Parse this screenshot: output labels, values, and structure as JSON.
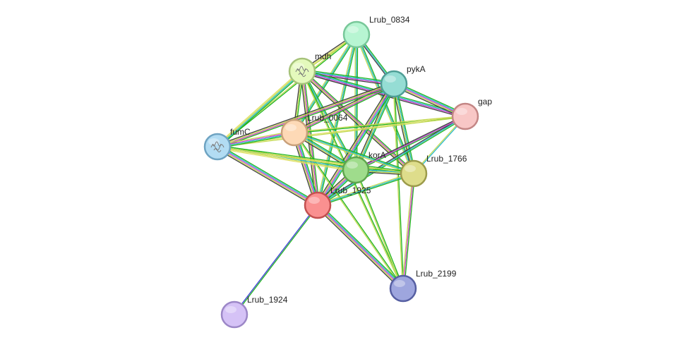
{
  "network": {
    "nodes": [
      {
        "id": "Lrub_0834",
        "label": "Lrub_0834",
        "color": "#b7f5d2",
        "stroke": "#78c799"
      },
      {
        "id": "mdh",
        "label": "mdh",
        "color": "#e4f9bc",
        "stroke": "#a6c27a",
        "structure_icon": true
      },
      {
        "id": "pykA",
        "label": "pykA",
        "color": "#95ddd4",
        "stroke": "#4f9e96"
      },
      {
        "id": "gap",
        "label": "gap",
        "color": "#f8c7c6",
        "stroke": "#c38685"
      },
      {
        "id": "Lrub_0064",
        "label": "Lrub_0064",
        "color": "#fdd9b6",
        "stroke": "#c9a07a"
      },
      {
        "id": "fumC",
        "label": "fumC",
        "color": "#b2dcf3",
        "stroke": "#6ea3c2",
        "structure_icon": true
      },
      {
        "id": "korA",
        "label": "korA",
        "color": "#9fdc8c",
        "stroke": "#5fa64e"
      },
      {
        "id": "Lrub_1766",
        "label": "Lrub_1766",
        "color": "#dedd8b",
        "stroke": "#9c9b4b"
      },
      {
        "id": "Lrub_1925",
        "label": "Lrub_1925",
        "color": "#fa9090",
        "stroke": "#c35050"
      },
      {
        "id": "Lrub_2199",
        "label": "Lrub_2199",
        "color": "#9ea6de",
        "stroke": "#565fa2"
      },
      {
        "id": "Lrub_1924",
        "label": "Lrub_1924",
        "color": "#d5c2f6",
        "stroke": "#9c87c7"
      }
    ],
    "edges": [
      {
        "source": "Lrub_0834",
        "target": "mdh",
        "colors": [
          "#c2d94f",
          "#e0e066",
          "#3f3f3f"
        ]
      },
      {
        "source": "Lrub_0834",
        "target": "pykA",
        "colors": [
          "#20b420",
          "#29b8c9",
          "#3f3f3f"
        ]
      },
      {
        "source": "Lrub_0834",
        "target": "Lrub_0064",
        "colors": [
          "#20b420",
          "#29b8c9",
          "#c2d94f"
        ]
      },
      {
        "source": "Lrub_0834",
        "target": "korA",
        "colors": [
          "#20b420",
          "#29b8c9",
          "#c2d94f"
        ]
      },
      {
        "source": "Lrub_0834",
        "target": "Lrub_1766",
        "colors": [
          "#20b420",
          "#29b8c9",
          "#c2d94f"
        ]
      },
      {
        "source": "Lrub_0834",
        "target": "Lrub_1925",
        "colors": [
          "#20b420",
          "#29b8c9",
          "#c2d94f"
        ]
      },
      {
        "source": "Lrub_0834",
        "target": "fumC",
        "colors": [
          "#20b420",
          "#c2d94f"
        ]
      },
      {
        "source": "mdh",
        "target": "pykA",
        "colors": [
          "#20b420",
          "#29b8c9",
          "#cf3fd1",
          "#3f3f3f"
        ]
      },
      {
        "source": "mdh",
        "target": "gap",
        "colors": [
          "#20b420",
          "#29b8c9",
          "#cf3fd1",
          "#3f3f3f"
        ]
      },
      {
        "source": "mdh",
        "target": "Lrub_0064",
        "colors": [
          "#20b420",
          "#c2d94f",
          "#3f3f3f"
        ]
      },
      {
        "source": "mdh",
        "target": "fumC",
        "colors": [
          "#20b420",
          "#29b8c9",
          "#c2d94f",
          "#e0e066"
        ]
      },
      {
        "source": "mdh",
        "target": "korA",
        "colors": [
          "#20b420",
          "#29b8c9",
          "#c2d94f"
        ]
      },
      {
        "source": "mdh",
        "target": "Lrub_1766",
        "colors": [
          "#20b420",
          "#cf3fd1",
          "#c2d94f",
          "#3f3f3f"
        ]
      },
      {
        "source": "mdh",
        "target": "Lrub_1925",
        "colors": [
          "#20b420",
          "#cf3fd1",
          "#c2d94f",
          "#3f3f3f"
        ]
      },
      {
        "source": "mdh",
        "target": "Lrub_2199",
        "colors": [
          "#20b420",
          "#c2d94f"
        ]
      },
      {
        "source": "pykA",
        "target": "gap",
        "colors": [
          "#20b420",
          "#29b8c9",
          "#cf3fd1",
          "#c2d94f",
          "#3f3f3f"
        ]
      },
      {
        "source": "pykA",
        "target": "Lrub_0064",
        "colors": [
          "#20b420",
          "#cf3fd1",
          "#c2d94f",
          "#3f3f3f"
        ]
      },
      {
        "source": "pykA",
        "target": "fumC",
        "colors": [
          "#20b420",
          "#cf3fd1",
          "#c2d94f",
          "#3f3f3f"
        ]
      },
      {
        "source": "pykA",
        "target": "korA",
        "colors": [
          "#20b420",
          "#29b8c9",
          "#c2d94f",
          "#3f3f3f"
        ]
      },
      {
        "source": "pykA",
        "target": "Lrub_1766",
        "colors": [
          "#20b420",
          "#29b8c9",
          "#c2d94f",
          "#3f3f3f"
        ]
      },
      {
        "source": "pykA",
        "target": "Lrub_1925",
        "colors": [
          "#20b420",
          "#29b8c9",
          "#cf3fd1",
          "#c2d94f",
          "#3f3f3f"
        ]
      },
      {
        "source": "pykA",
        "target": "Lrub_2199",
        "colors": [
          "#20b420",
          "#c2d94f"
        ]
      },
      {
        "source": "gap",
        "target": "Lrub_0064",
        "colors": [
          "#20b420",
          "#c2d94f"
        ]
      },
      {
        "source": "gap",
        "target": "fumC",
        "colors": [
          "#c2d94f",
          "#e0e066"
        ]
      },
      {
        "source": "gap",
        "target": "korA",
        "colors": [
          "#20b420",
          "#29b8c9",
          "#3f3f3f"
        ]
      },
      {
        "source": "gap",
        "target": "Lrub_1766",
        "colors": [
          "#29b8c9",
          "#c2d94f"
        ]
      },
      {
        "source": "gap",
        "target": "Lrub_1925",
        "colors": [
          "#20b420",
          "#29b8c9",
          "#3f3f3f"
        ]
      },
      {
        "source": "Lrub_0064",
        "target": "fumC",
        "colors": [
          "#20b420",
          "#29b8c9",
          "#cf3fd1",
          "#c2d94f"
        ]
      },
      {
        "source": "Lrub_0064",
        "target": "korA",
        "colors": [
          "#20b420",
          "#29b8c9",
          "#c2d94f",
          "#3f3f3f"
        ]
      },
      {
        "source": "Lrub_0064",
        "target": "Lrub_1766",
        "colors": [
          "#20b420",
          "#29b8c9",
          "#c2d94f"
        ]
      },
      {
        "source": "Lrub_0064",
        "target": "Lrub_1925",
        "colors": [
          "#20b420",
          "#29b8c9",
          "#cf3fd1",
          "#c2d94f",
          "#3f3f3f"
        ]
      },
      {
        "source": "Lrub_0064",
        "target": "Lrub_2199",
        "colors": [
          "#20b420",
          "#c2d94f"
        ]
      },
      {
        "source": "fumC",
        "target": "korA",
        "colors": [
          "#20b420",
          "#29b8c9",
          "#c2d94f",
          "#e0e066"
        ]
      },
      {
        "source": "fumC",
        "target": "Lrub_1766",
        "colors": [
          "#20b420",
          "#c2d94f",
          "#e0e066"
        ]
      },
      {
        "source": "fumC",
        "target": "Lrub_1925",
        "colors": [
          "#20b420",
          "#29b8c9",
          "#cf3fd1",
          "#c2d94f",
          "#3f3f3f"
        ]
      },
      {
        "source": "korA",
        "target": "Lrub_1766",
        "colors": [
          "#20b420",
          "#29b8c9",
          "#c2d94f",
          "#3f3f3f"
        ]
      },
      {
        "source": "korA",
        "target": "Lrub_1925",
        "colors": [
          "#20b420",
          "#29b8c9",
          "#cf3fd1",
          "#c2d94f",
          "#3f3f3f"
        ]
      },
      {
        "source": "korA",
        "target": "Lrub_2199",
        "colors": [
          "#20b420",
          "#c2d94f"
        ]
      },
      {
        "source": "Lrub_1766",
        "target": "Lrub_1925",
        "colors": [
          "#20b420",
          "#29b8c9",
          "#c2d94f"
        ]
      },
      {
        "source": "Lrub_1766",
        "target": "Lrub_2199",
        "colors": [
          "#20b420",
          "#cf3fd1",
          "#c2d94f"
        ]
      },
      {
        "source": "Lrub_1925",
        "target": "Lrub_2199",
        "colors": [
          "#20b420",
          "#29b8c9",
          "#cf3fd1",
          "#c2d94f",
          "#3f3f3f"
        ]
      },
      {
        "source": "Lrub_1925",
        "target": "Lrub_1924",
        "colors": [
          "#20b420",
          "#3b3bd6"
        ]
      },
      {
        "source": "Lrub_1766",
        "target": "fumC",
        "colors": [
          "#c2d94f"
        ]
      },
      {
        "source": "korA",
        "target": "gap",
        "colors": [
          "#cf3fd1"
        ]
      }
    ]
  }
}
